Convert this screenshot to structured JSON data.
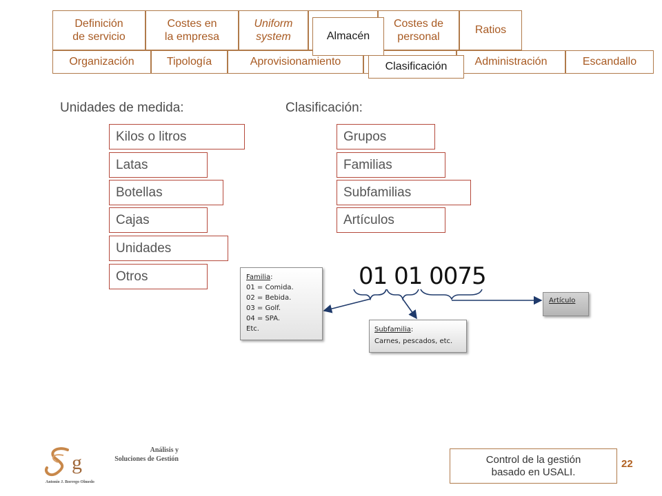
{
  "nav": {
    "top_tabs": [
      {
        "label": "Definición\nde  servicio"
      },
      {
        "label": "Costes en\nla empresa"
      },
      {
        "label": "Uniform\nsystem"
      },
      {
        "label": ""
      },
      {
        "label": "Costes de\npersonal"
      },
      {
        "label": "Ratios"
      }
    ],
    "bottom_tabs": [
      {
        "label": "Organización"
      },
      {
        "label": "Tipología"
      },
      {
        "label": "Aprovisionamiento"
      },
      {
        "label": ""
      },
      {
        "label": "Administración"
      },
      {
        "label": "Escandallo"
      }
    ],
    "active_top": {
      "label": "Almacén"
    },
    "active_bottom": {
      "label": "Clasificación"
    }
  },
  "units": {
    "heading": "Unidades de medida:",
    "items": [
      "Kilos o litros",
      "Latas",
      "Botellas",
      "Cajas",
      "Unidades",
      "Otros"
    ]
  },
  "classification": {
    "heading": "Clasificación:",
    "items": [
      "Grupos",
      "Familias",
      "Subfamilias",
      "Artículos"
    ]
  },
  "code": {
    "value": "01 01 0075",
    "family_note": {
      "title": "Familia",
      "lines": [
        "01 = Comida.",
        "02 = Bebida.",
        "03 = Golf.",
        "04 = SPA.",
        "Etc."
      ]
    },
    "subfamily_note": {
      "title": "Subfamilia",
      "text": "Carnes, pescados, etc."
    },
    "article_note": {
      "title": "Artículo"
    }
  },
  "footer": {
    "logo_line1": "Análisis y",
    "logo_line2": "Soluciones de Gestión",
    "logo_author": "Antonio J. Borrego Olmedo",
    "control_box": "Control de la gestión\nbasado en USALI.",
    "page_number": "22"
  },
  "colors": {
    "tab_border": "#b07a4a",
    "tab_text": "#a85a22",
    "box_border": "#b5493b",
    "page_number": "#b06020"
  }
}
